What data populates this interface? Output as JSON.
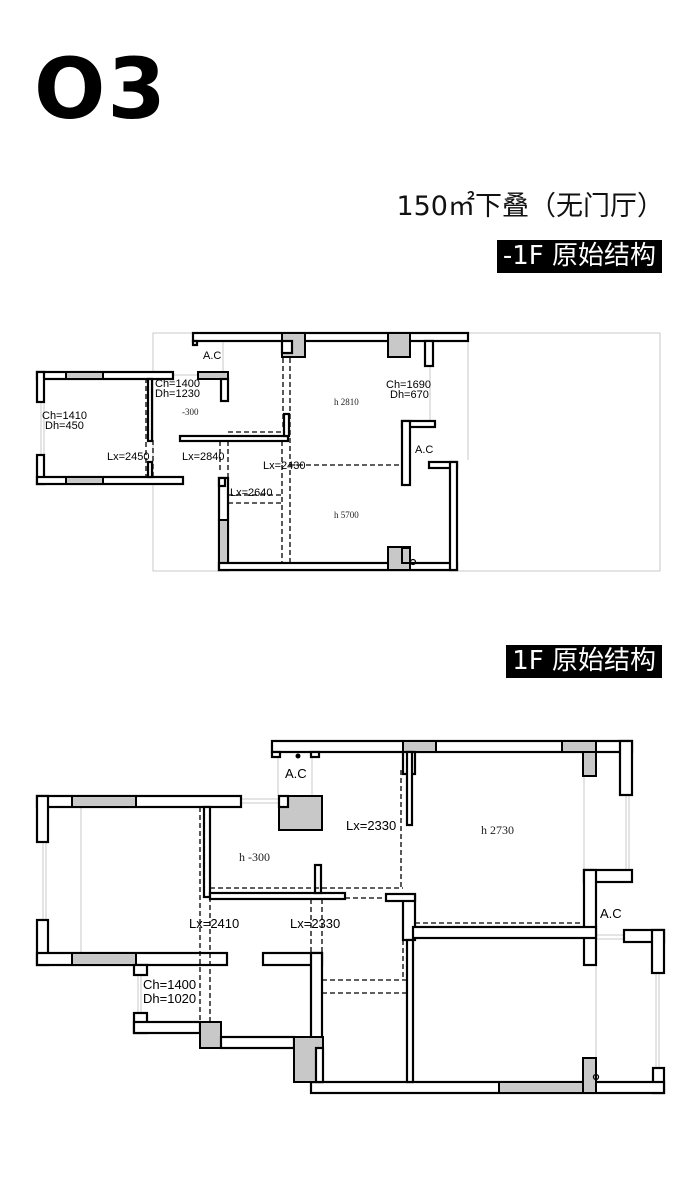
{
  "header": {
    "number": "O3",
    "subtitle": "150㎡下叠（无门厅）"
  },
  "floors": [
    {
      "tag": "-1F 原始结构",
      "labels": {
        "ac1": "A.C",
        "ac2": "A.C",
        "ch1": "Ch=1400",
        "dh1": "Dh=1230",
        "ch2": "Ch=1410",
        "dh2": "Dh=450",
        "ch3": "Ch=1690",
        "dh3": "Dh=670",
        "h1": "-300",
        "h2": "h 2810",
        "h3": "h 5700",
        "lx1": "Lx=2450",
        "lx2": "Lx=2840",
        "lx3": "Lx=2430",
        "lx4": "Lx=2640"
      }
    },
    {
      "tag": "1F 原始结构",
      "labels": {
        "ac1": "A.C",
        "ac2": "A.C",
        "ch1": "Ch=1400",
        "dh1": "Dh=1020",
        "h1": "h -300",
        "h2": "h 2730",
        "lx1": "Lx=2330",
        "lx2": "Lx=2410",
        "lx3": "Lx=2330"
      }
    }
  ]
}
